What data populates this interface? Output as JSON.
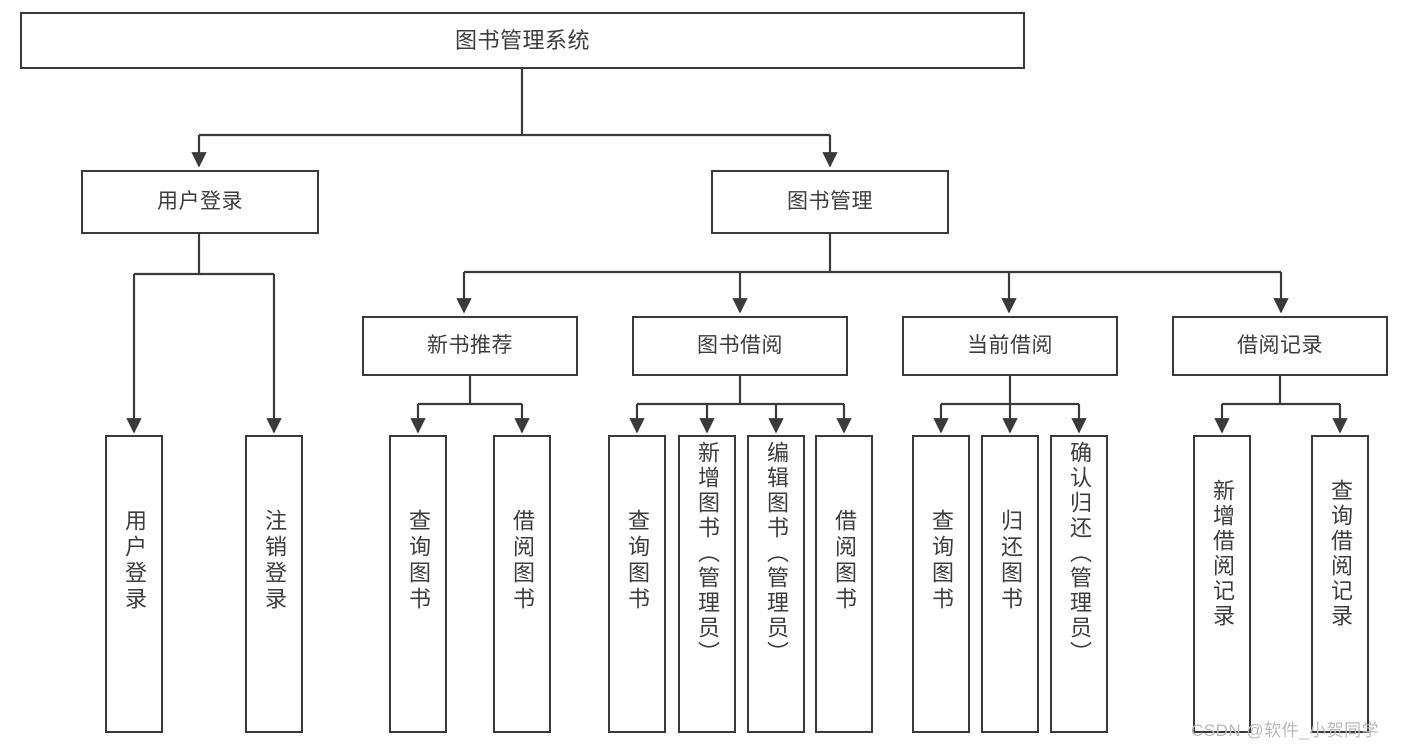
{
  "diagram": {
    "title": "图书管理系统",
    "type": "tree-hierarchy-diagram",
    "colors": {
      "box_border": "#3a3a3a",
      "box_fill": "#ffffff",
      "edge": "#3a3a3a",
      "text": "#3d3d3d",
      "watermark": "#b9b9b9",
      "background": "#ffffff"
    },
    "nodes": {
      "root": {
        "label": "图书管理系统"
      },
      "level2": [
        {
          "id": "user-login",
          "label": "用户登录"
        },
        {
          "id": "book-management",
          "label": "图书管理"
        }
      ],
      "level3": [
        {
          "id": "new-book-recommend",
          "label": "新书推荐"
        },
        {
          "id": "book-borrow",
          "label": "图书借阅"
        },
        {
          "id": "current-borrow",
          "label": "当前借阅"
        },
        {
          "id": "borrow-record",
          "label": "借阅记录"
        }
      ],
      "leaves": {
        "user_login": [
          {
            "id": "leaf-user-login",
            "label": "用户登录"
          },
          {
            "id": "leaf-logout-login",
            "label": "注销登录"
          }
        ],
        "new_book_recommend": [
          {
            "id": "leaf-query-book-1",
            "label": "查询图书"
          },
          {
            "id": "leaf-borrow-book-1",
            "label": "借阅图书"
          }
        ],
        "book_borrow": [
          {
            "id": "leaf-query-book-2",
            "label": "查询图书"
          },
          {
            "id": "leaf-add-book-admin",
            "label": "新增图书（管理员）"
          },
          {
            "id": "leaf-edit-book-admin",
            "label": "编辑图书（管理员）"
          },
          {
            "id": "leaf-borrow-book-2",
            "label": "借阅图书"
          }
        ],
        "current_borrow": [
          {
            "id": "leaf-query-book-3",
            "label": "查询图书"
          },
          {
            "id": "leaf-return-book",
            "label": "归还图书"
          },
          {
            "id": "leaf-confirm-return-admin",
            "label": "确认归还（管理员）"
          }
        ],
        "borrow_record": [
          {
            "id": "leaf-add-borrow-record",
            "label": "新增借阅记录"
          },
          {
            "id": "leaf-query-borrow-record",
            "label": "查询借阅记录"
          }
        ]
      }
    },
    "watermark": "CSDN @软件_小贺同学"
  }
}
